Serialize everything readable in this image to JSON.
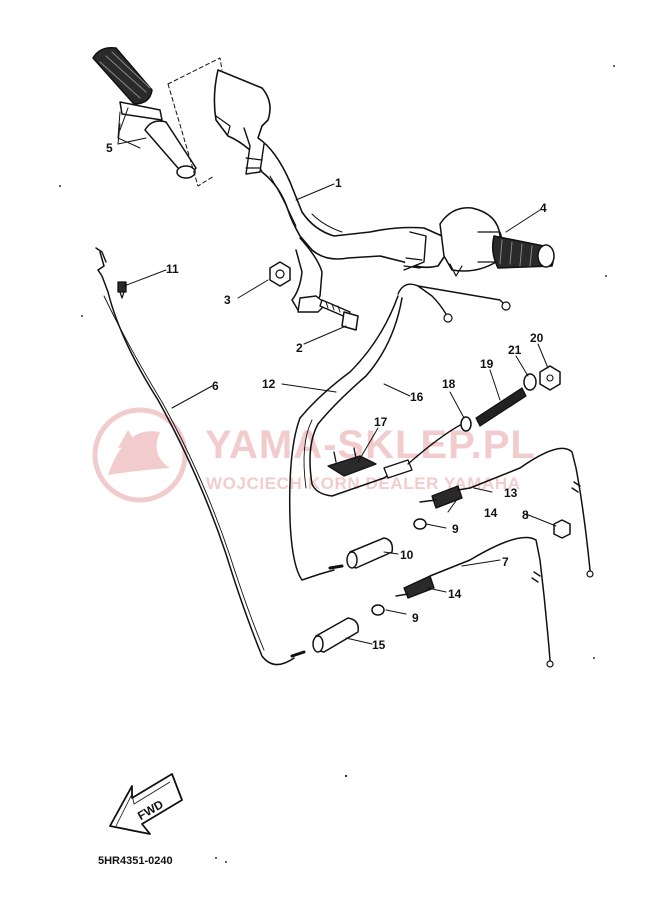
{
  "watermark": {
    "brand": "YAMA-SKLEP.PL",
    "tagline": "WOJCIECH KORN DEALER YAMAHA",
    "color": "#e9a3a6"
  },
  "callouts": {
    "p1": "1",
    "p2": "2",
    "p3": "3",
    "p4": "4",
    "p5": "5",
    "p6": "6",
    "p7": "7",
    "p8": "8",
    "p9a": "9",
    "p9b": "9",
    "p10": "10",
    "p11": "11",
    "p12": "12",
    "p13": "13",
    "p14a": "14",
    "p14b": "14",
    "p15": "15",
    "p16": "16",
    "p17": "17",
    "p18": "18",
    "p19": "19",
    "p20": "20",
    "p21": "21"
  },
  "fwd_label": "FWD",
  "diagram_code": "5HR4351-0240",
  "line_color": "#111111"
}
